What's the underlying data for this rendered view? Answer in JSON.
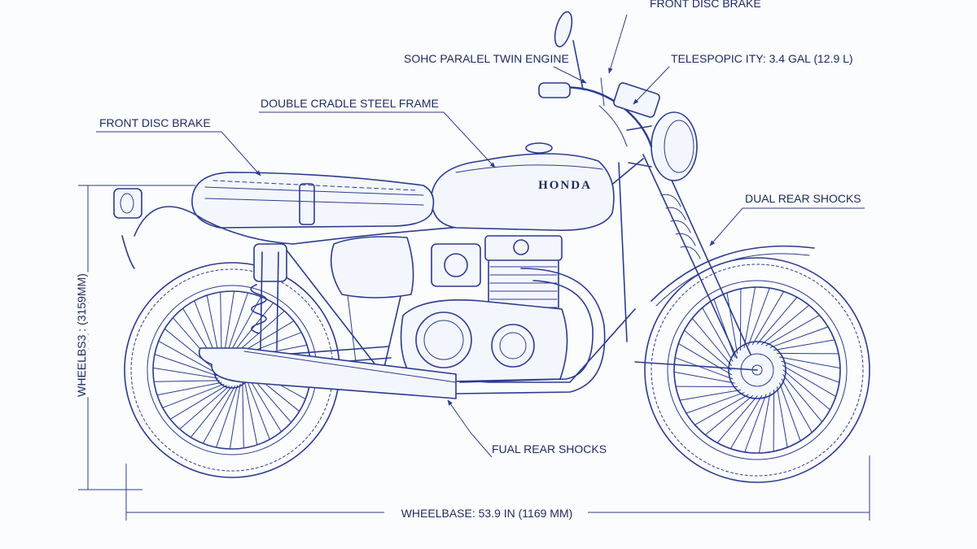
{
  "brand": "HONDA",
  "callouts": [
    {
      "id": "front-disc-brake-top",
      "text": "FRONT DISC BRAKE"
    },
    {
      "id": "sohc-engine",
      "text": "SOHC PARALEL TWIN ENGINE"
    },
    {
      "id": "telescopic-forks",
      "text": "TELESPOPIC ITY: 3.4 GAL (12.9 L)"
    },
    {
      "id": "double-cradle-frame",
      "text": "DOUBLE CRADLE STEEL FRAME"
    },
    {
      "id": "front-disc-brake-left",
      "text": "FRONT DISC BRAKE"
    },
    {
      "id": "dual-rear-shocks-right",
      "text": "DUAL REAR SHOCKS"
    },
    {
      "id": "fual-rear-shocks-bottom",
      "text": "FUAL REAR SHOCKS"
    }
  ],
  "dimensions": {
    "wheelbase": "WHEELBASE: 53.9 IN (1169 MM)",
    "height": "WHEELBS3 : (3159MM)"
  },
  "colors": {
    "line": "#2b3c8c",
    "text": "#1c2a5c",
    "background": "#fbfcfe"
  }
}
